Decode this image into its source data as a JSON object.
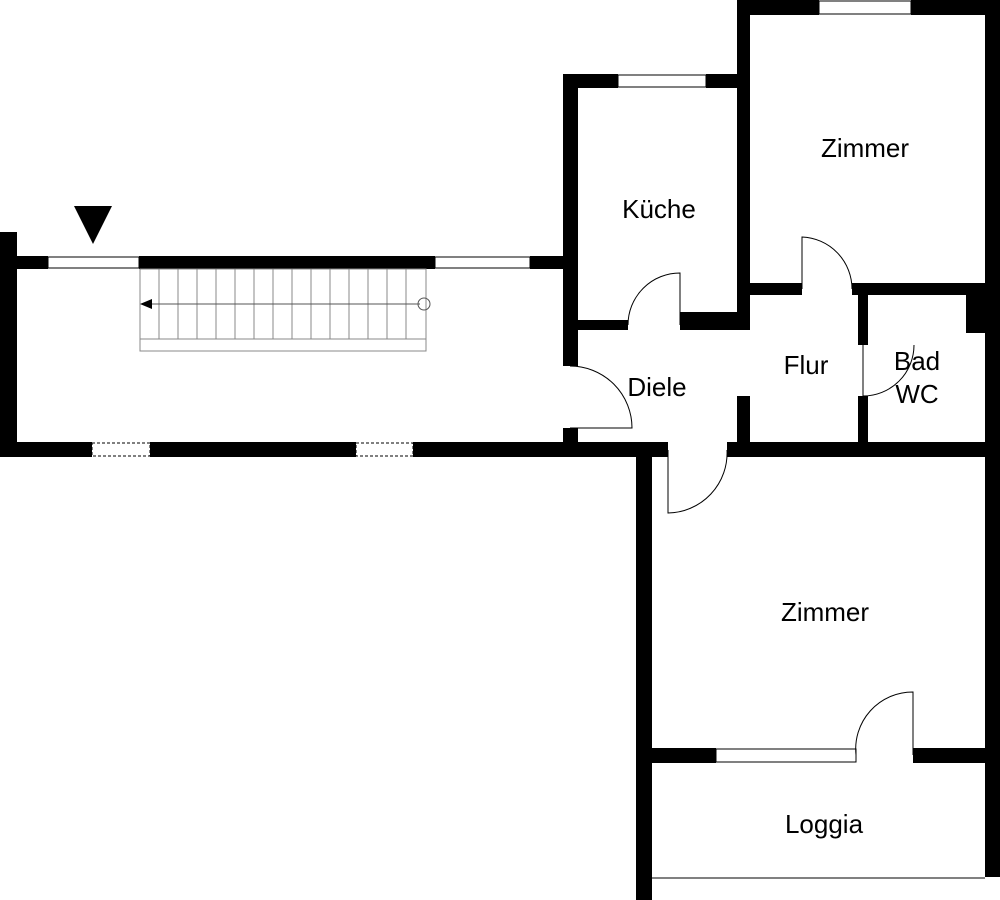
{
  "plan": {
    "rooms": {
      "kueche": "Küche",
      "zimmer_top": "Zimmer",
      "flur": "Flur",
      "bad": "Bad",
      "wc": "WC",
      "diele": "Diele",
      "zimmer_bottom": "Zimmer",
      "loggia": "Loggia"
    },
    "colors": {
      "wall": "#000000",
      "line": "#000000",
      "background": "#ffffff"
    },
    "icons": {
      "entrance_marker": "entrance-arrow-icon"
    }
  }
}
